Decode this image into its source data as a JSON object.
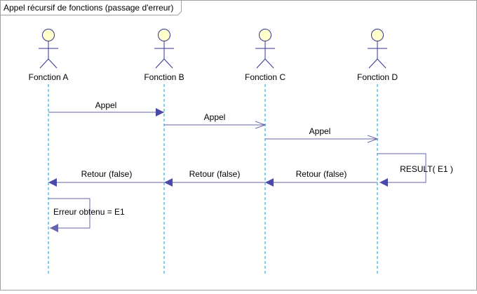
{
  "diagram": {
    "title": "Appel récursif de fonctions (passage d'erreur)",
    "type": "sequence",
    "actor_icon": "stick-figure-icon",
    "colors": {
      "frame_border": "#a0a0a0",
      "lifeline": "#00a0e0",
      "message_line": "#6666aa",
      "return_arrowhead": "#4a4aaa",
      "actor_head_fill": "#ffffcc",
      "actor_stroke": "#333399",
      "text": "#000000"
    },
    "actors": [
      {
        "id": "A",
        "label": "Fonction A"
      },
      {
        "id": "B",
        "label": "Fonction B"
      },
      {
        "id": "C",
        "label": "Fonction C"
      },
      {
        "id": "D",
        "label": "Fonction D"
      }
    ],
    "messages": [
      {
        "from": "A",
        "to": "B",
        "label": "Appel",
        "kind": "call"
      },
      {
        "from": "B",
        "to": "C",
        "label": "Appel",
        "kind": "async"
      },
      {
        "from": "C",
        "to": "D",
        "label": "Appel",
        "kind": "async"
      },
      {
        "from": "D",
        "to": "D",
        "label": "RESULT( E1 )",
        "kind": "self"
      },
      {
        "from": "D",
        "to": "C",
        "label": "Retour (false)",
        "kind": "return"
      },
      {
        "from": "C",
        "to": "B",
        "label": "Retour (false)",
        "kind": "return"
      },
      {
        "from": "B",
        "to": "A",
        "label": "Retour (false)",
        "kind": "return"
      },
      {
        "from": "A",
        "to": "A",
        "label": "Erreur obtenu = E1",
        "kind": "self"
      }
    ]
  }
}
